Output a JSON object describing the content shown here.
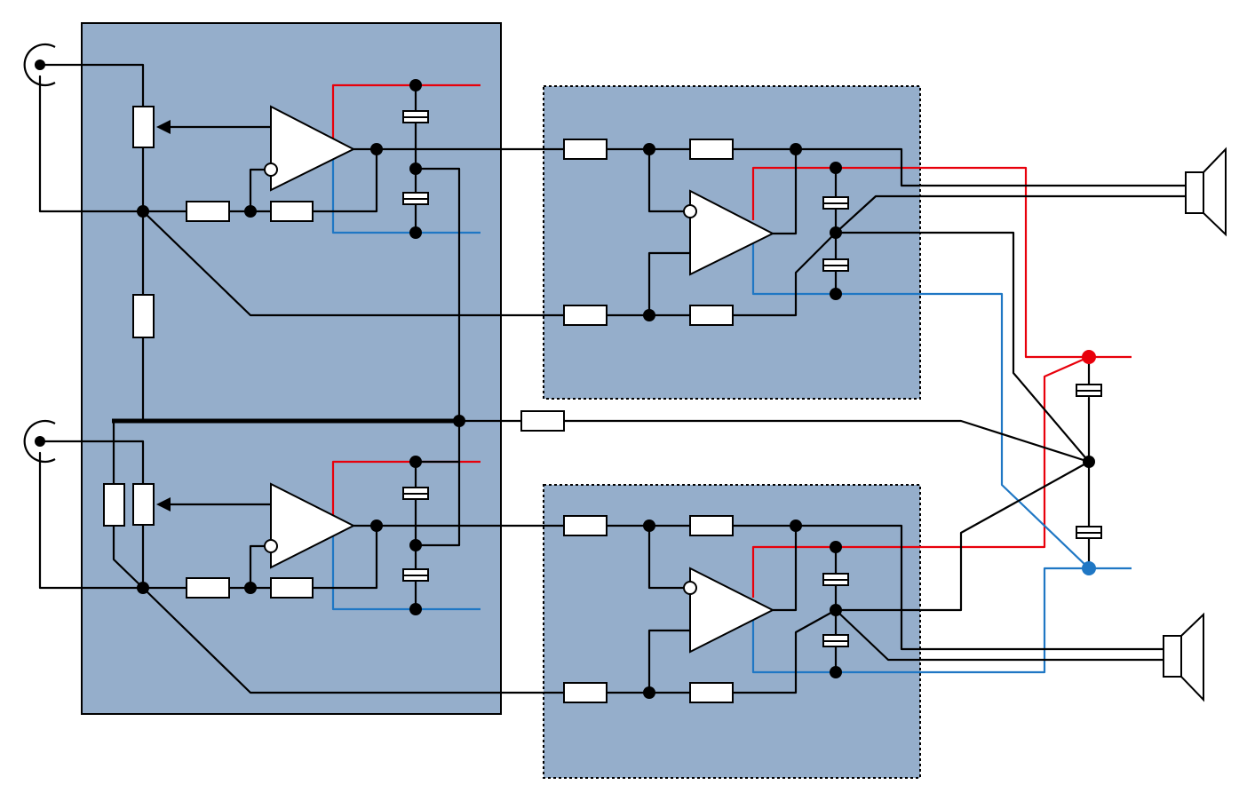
{
  "colors": {
    "panel_fill": "#95aecb",
    "wire": "#000000",
    "positive_supply": "#e8000b",
    "negative_supply": "#1f77c4",
    "component_fill": "#ffffff"
  },
  "icons": {
    "input_jack": "input-jack-icon",
    "speaker": "speaker-icon",
    "amplifier": "op-amp-icon",
    "resistor": "resistor-icon",
    "potentiometer": "potentiometer-icon",
    "capacitor": "capacitor-icon"
  },
  "blocks": [
    {
      "name": "preamp-block",
      "border": "solid"
    },
    {
      "name": "bridge-block-top",
      "border": "dotted"
    },
    {
      "name": "bridge-block-bottom",
      "border": "dotted"
    }
  ]
}
